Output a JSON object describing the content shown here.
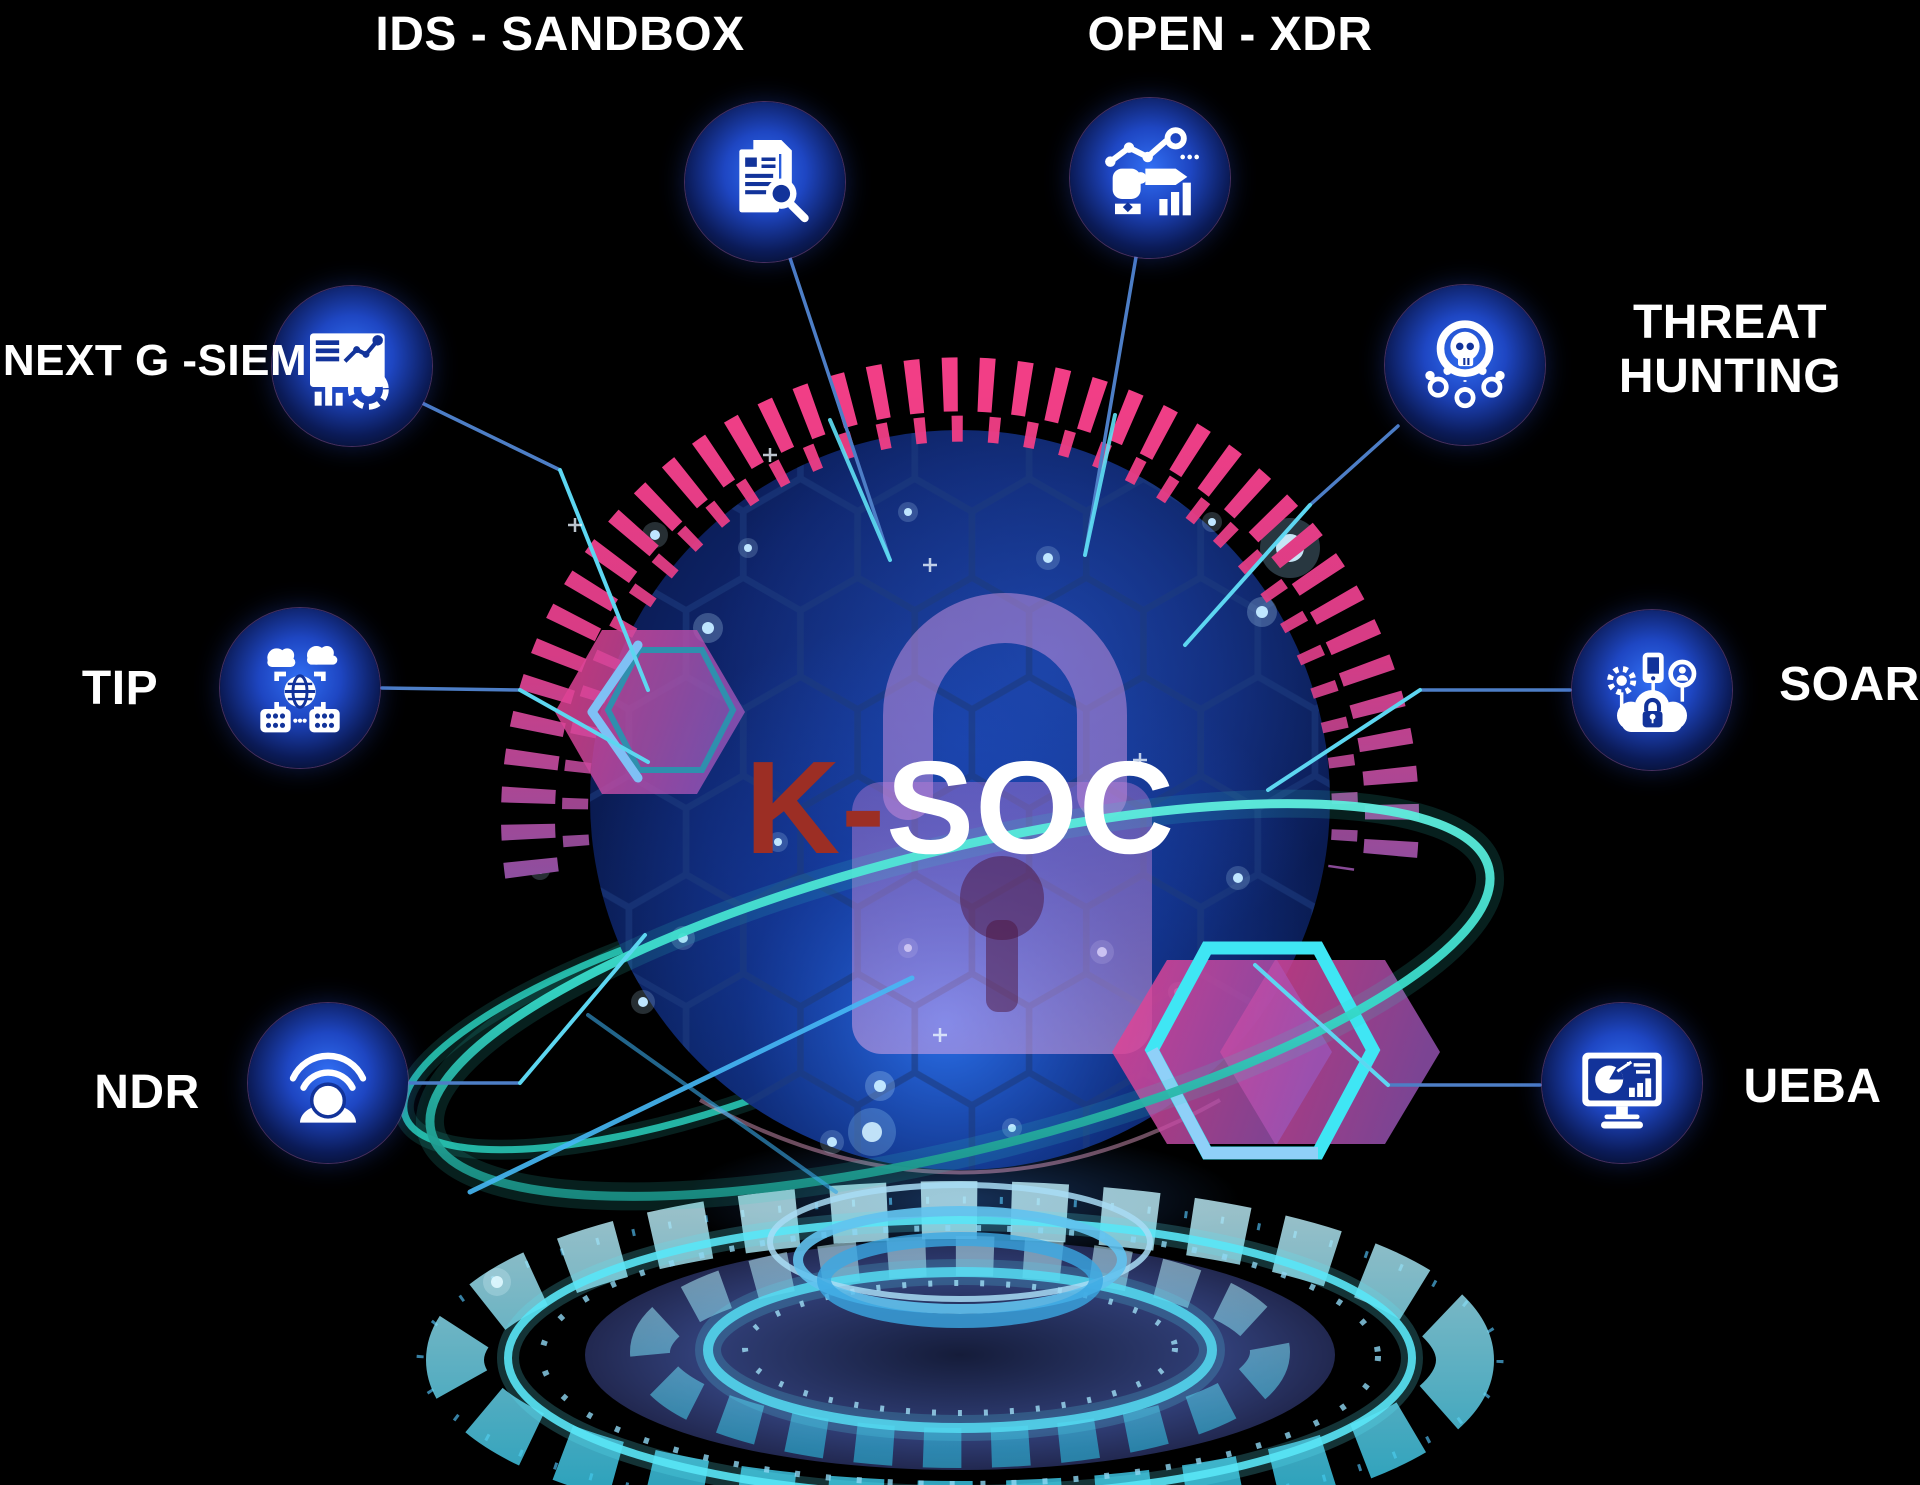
{
  "diagram": {
    "title": {
      "primary": "K-",
      "secondary": "SOC"
    },
    "nodes": [
      {
        "id": "ids-sandbox",
        "label": "IDS - SANDBOX",
        "icon": "document-search-icon"
      },
      {
        "id": "open-xdr",
        "label": "OPEN - XDR",
        "icon": "hand-analytics-pencil-icon"
      },
      {
        "id": "next-g-siem",
        "label": "NEXT G -SIEM",
        "icon": "dashboard-analytics-icon"
      },
      {
        "id": "threat-hunting",
        "label": "THREAT HUNTING",
        "lines": [
          "THREAT",
          "HUNTING"
        ],
        "icon": "skull-network-icon"
      },
      {
        "id": "tip",
        "label": "TIP",
        "icon": "cloud-globe-servers-icon"
      },
      {
        "id": "soar",
        "label": "SOAR",
        "icon": "cloud-lock-orchestration-icon"
      },
      {
        "id": "ndr",
        "label": "NDR",
        "icon": "network-signal-sensor-icon"
      },
      {
        "id": "ueba",
        "label": "UEBA",
        "icon": "monitor-pie-chart-icon"
      }
    ],
    "colors": {
      "background": "#000000",
      "accent_pink": "#e23c85",
      "accent_purple": "#92499c",
      "accent_cyan": "#45e2f2",
      "sphere_blue": "#1c48c4",
      "badge_blue": "#1e46c2",
      "title_red": "#9c2e24",
      "label_white": "#ffffff"
    }
  }
}
